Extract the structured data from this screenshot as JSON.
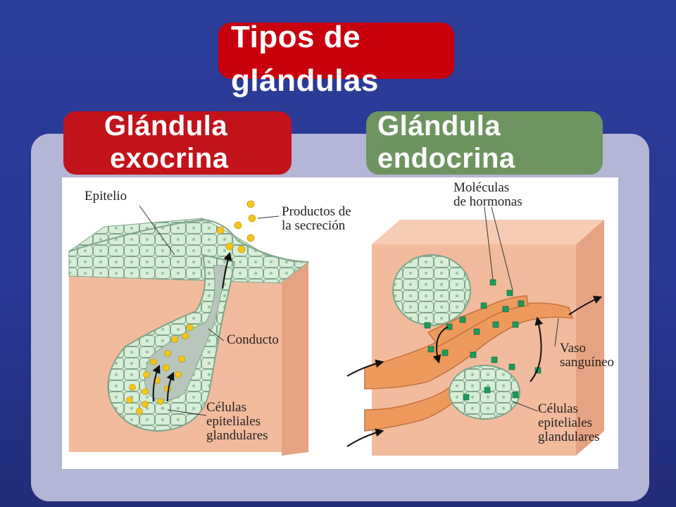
{
  "title": "Tipos de glándulas",
  "title_lines": [
    "Tipos de",
    "glándulas"
  ],
  "exocrine": {
    "heading_lines": [
      "Glándula",
      "exocrina"
    ],
    "labels": {
      "epitelio": "Epitelio",
      "productos": [
        "Productos de",
        "la secreción"
      ],
      "conducto": "Conducto",
      "celulas": [
        "Células",
        "epiteliales",
        "glandulares"
      ]
    }
  },
  "endocrine": {
    "heading_lines": [
      "Glándula",
      "endocrina"
    ],
    "labels": {
      "moleculas": [
        "Moléculas",
        "de hormonas"
      ],
      "vaso": [
        "Vaso",
        "sanguíneo"
      ],
      "celulas": [
        "Células",
        "epiteliales",
        "glandulares"
      ]
    }
  },
  "colors": {
    "background": "#2c3d9a",
    "panel": "#b4b6d6",
    "title_pill": "#c8000e",
    "exocrine_pill": "#c2131b",
    "endocrine_pill": "#6e9560",
    "tissue": "#f0b496",
    "cells": "#cfe6cf",
    "vessel": "#ee9a5e",
    "secretion": "#f5c518",
    "hormone": "#1c9b5a"
  }
}
